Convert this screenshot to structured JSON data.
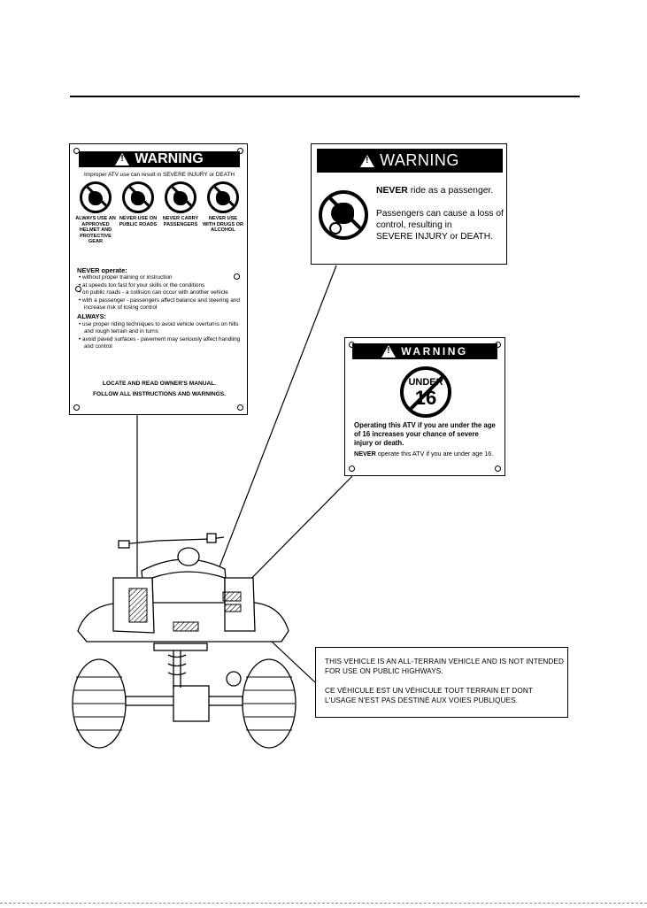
{
  "label_main": {
    "title": "WARNING",
    "intro": "Improper ATV use can result in SEVERE INJURY or DEATH",
    "icons": [
      {
        "caption": "ALWAYS USE AN APPROVED HELMET AND PROTECTIVE GEAR",
        "icon": "helmet-rider-icon"
      },
      {
        "caption": "NEVER USE ON PUBLIC ROADS",
        "icon": "no-road-icon"
      },
      {
        "caption": "NEVER CARRY PASSENGERS",
        "icon": "no-passenger-icon"
      },
      {
        "caption": "NEVER USE WITH DRUGS OR ALCOHOL",
        "icon": "no-alcohol-icon"
      }
    ],
    "never_heading": "NEVER operate:",
    "never_items": [
      "• without proper training or instruction",
      "• at speeds too fast for your skills or the conditions",
      "• on public roads - a collision can occur with another vehicle",
      "• with a passenger - passengers affect balance and steering and increase risk of losing control"
    ],
    "always_heading": "ALWAYS:",
    "always_items": [
      "• use proper riding techniques to avoid vehicle overturns on hills and rough terrain and in turns",
      "• avoid paved surfaces - pavement may seriously affect handling and control"
    ],
    "footer1": "LOCATE AND READ OWNER'S MANUAL.",
    "footer2": "FOLLOW ALL INSTRUCTIONS AND WARNINGS."
  },
  "label_passenger": {
    "title": "WARNING",
    "line1_bold": "NEVER",
    "line1_rest": " ride as a passenger.",
    "line2": "Passengers can cause a loss of control, resulting in",
    "line3": "SEVERE INJURY or DEATH."
  },
  "label_age": {
    "title": "WARNING",
    "badge_word": "UNDER",
    "badge_num": "16",
    "text1": "Operating this ATV if you are under the age of 16 increases your chance of severe injury or death.",
    "text2_bold": "NEVER",
    "text2_rest": " operate this ATV if you are under age 16."
  },
  "label_road": {
    "line_en": "THIS VEHICLE IS AN ALL-TERRAIN VEHICLE AND IS NOT INTENDED FOR USE ON PUBLIC HIGHWAYS.",
    "line_fr": "CE VÉHICULE EST UN VÉHICULE TOUT TERRAIN ET DONT L'USAGE N'EST PAS DESTINÉ AUX VOIES PUBLIQUES."
  }
}
